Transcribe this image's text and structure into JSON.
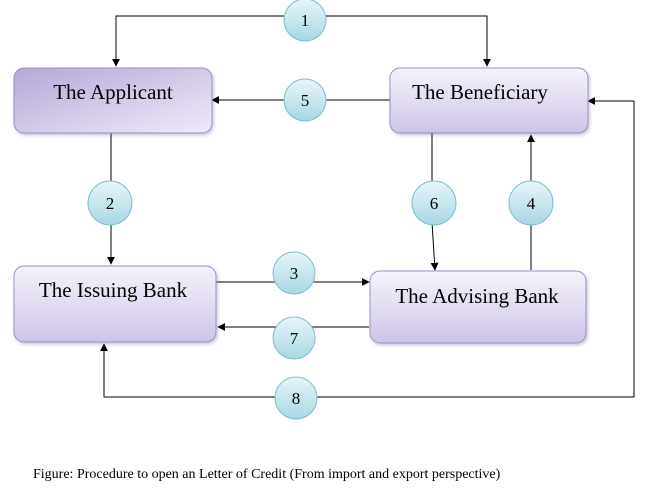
{
  "diagram": {
    "nodes": {
      "applicant": "The Applicant",
      "beneficiary": "The Beneficiary",
      "issuing_bank": "The Issuing Bank",
      "advising_bank": "The Advising Bank"
    },
    "steps": [
      "1",
      "2",
      "3",
      "4",
      "5",
      "6",
      "7",
      "8"
    ],
    "colors": {
      "box_fill_light": "#f3effa",
      "box_fill_dark": "#b5a9d6",
      "box_border": "#9c8fc6",
      "circle_fill_light": "#e4f4f8",
      "circle_fill_dark": "#a6d7e3",
      "circle_border": "#7fbccd",
      "line": "#000000"
    }
  },
  "caption": "Figure: Procedure to open an Letter of Credit (From import and export perspective)"
}
